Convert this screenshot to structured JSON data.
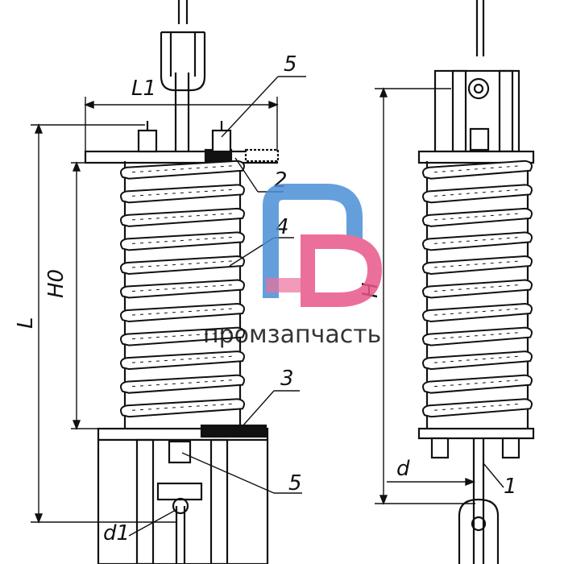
{
  "labels": {
    "L": "L",
    "L1": "L1",
    "H0": "H0",
    "H": "H",
    "d": "d",
    "d1": "d1",
    "part1": "1",
    "part2": "2",
    "part3": "3",
    "part4": "4",
    "part5_top": "5",
    "part5_bottom": "5"
  },
  "watermark": {
    "text": "промзапчасть",
    "logo_icon": "pz-logo-icon",
    "colors": {
      "blue": "#4a8fd6",
      "pink": "#e8578a",
      "text": "#6aa9e0"
    }
  },
  "line_color": "#111111"
}
